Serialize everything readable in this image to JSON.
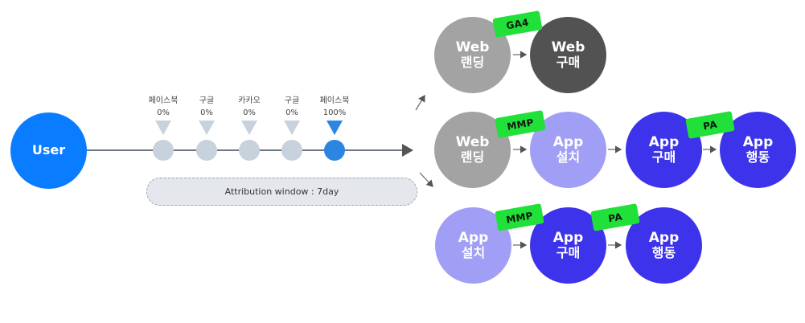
{
  "user": {
    "label": "User"
  },
  "touchpoints": [
    {
      "name": "페이스북",
      "pct": "0%",
      "active": false
    },
    {
      "name": "구글",
      "pct": "0%",
      "active": false
    },
    {
      "name": "카카오",
      "pct": "0%",
      "active": false
    },
    {
      "name": "구글",
      "pct": "0%",
      "active": false
    },
    {
      "name": "페이스북",
      "pct": "100%",
      "active": true
    }
  ],
  "attribution_window": "Attribution window : 7day",
  "paths": {
    "web": {
      "landing": {
        "l1": "Web",
        "l2": "랜딩"
      },
      "tag": "GA4",
      "purchase": {
        "l1": "Web",
        "l2": "구매"
      }
    },
    "web_app": {
      "landing": {
        "l1": "Web",
        "l2": "랜딩"
      },
      "tag1": "MMP",
      "install": {
        "l1": "App",
        "l2": "설치"
      },
      "purchase": {
        "l1": "App",
        "l2": "구매"
      },
      "tag2": "PA",
      "action": {
        "l1": "App",
        "l2": "행동"
      }
    },
    "app": {
      "install": {
        "l1": "App",
        "l2": "설치"
      },
      "tag1": "MMP",
      "purchase": {
        "l1": "App",
        "l2": "구매"
      },
      "tag2": "PA",
      "action": {
        "l1": "App",
        "l2": "행동"
      }
    }
  },
  "colors": {
    "user": "#0a7cff",
    "web_gray": "#a3a3a3",
    "web_dark": "#525252",
    "install_light": "#a09ff5",
    "app_blue": "#3c33ea",
    "tag_green": "#22e03a",
    "touchpoint_active": "#2a86e0",
    "touchpoint_inactive": "#c8d2dc"
  }
}
